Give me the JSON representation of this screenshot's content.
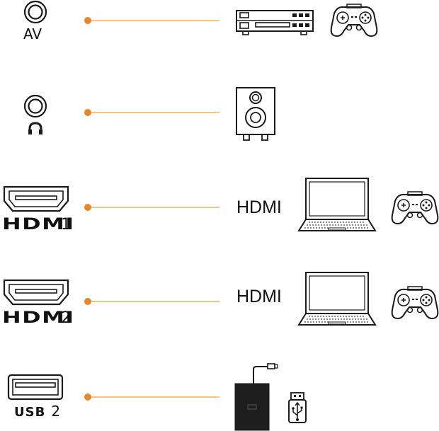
{
  "colors": {
    "connector_line": "#f0a040",
    "connector_dot": "#e8862a",
    "stroke": "#1a1a1a"
  },
  "rows": [
    {
      "port_label": "AV",
      "port_icon": "av-jack-icon",
      "devices": [
        "dvd-player-icon",
        "gamepad-icon"
      ]
    },
    {
      "port_label": "",
      "port_icon": "headphone-jack-icon",
      "devices": [
        "speaker-icon"
      ]
    },
    {
      "port_label_brand": "HDMI",
      "port_label_number": "1",
      "port_icon": "hdmi-port-icon",
      "cable_text": "HDMI",
      "devices": [
        "laptop-icon",
        "gamepad-icon"
      ]
    },
    {
      "port_label_brand": "HDMI",
      "port_label_number": "2",
      "port_icon": "hdmi-port-icon",
      "cable_text": "HDMI",
      "devices": [
        "laptop-icon",
        "gamepad-icon"
      ]
    },
    {
      "port_label_brand": "USB",
      "port_label_number": "2",
      "port_icon": "usb-port-icon",
      "devices": [
        "external-hard-drive-icon",
        "usb-flash-drive-icon"
      ]
    }
  ]
}
